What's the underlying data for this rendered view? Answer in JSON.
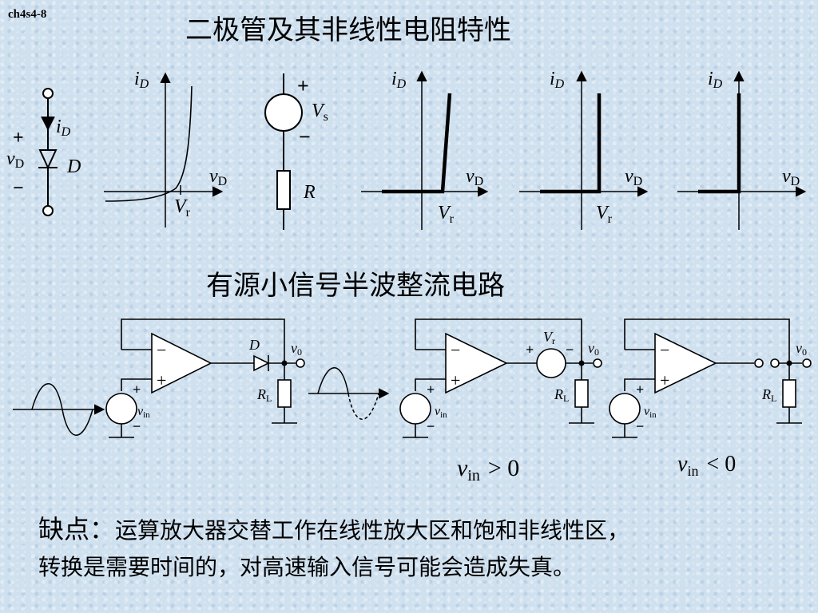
{
  "slide_tag": "ch4s4-8",
  "title_top": "二极管及其非线性电阻特性",
  "title_mid": "有源小信号半波整流电路",
  "labels": {
    "i": "i",
    "D_sub": "D",
    "v": "v",
    "D_rom": "D",
    "D_diode": "D",
    "V": "V",
    "r_sub": "r",
    "s_sub": "s",
    "R": "R",
    "L_sub": "L",
    "in_sub": "in",
    "zero_sub": "0",
    "plus": "+",
    "minus": "−",
    "opamp_minus": "−",
    "opamp_plus": "+"
  },
  "conditions": {
    "vin_pos": {
      "var": "v",
      "sub": "in",
      "rel": "> 0"
    },
    "vin_neg": {
      "var": "v",
      "sub": "in",
      "rel": "< 0"
    }
  },
  "note": {
    "head": "缺点：",
    "line1": "运算放大器交替工作在线性放大区和饱和非线性区，",
    "line2": "转换是需要时间的，对高速输入信号可能会造成失真。"
  }
}
